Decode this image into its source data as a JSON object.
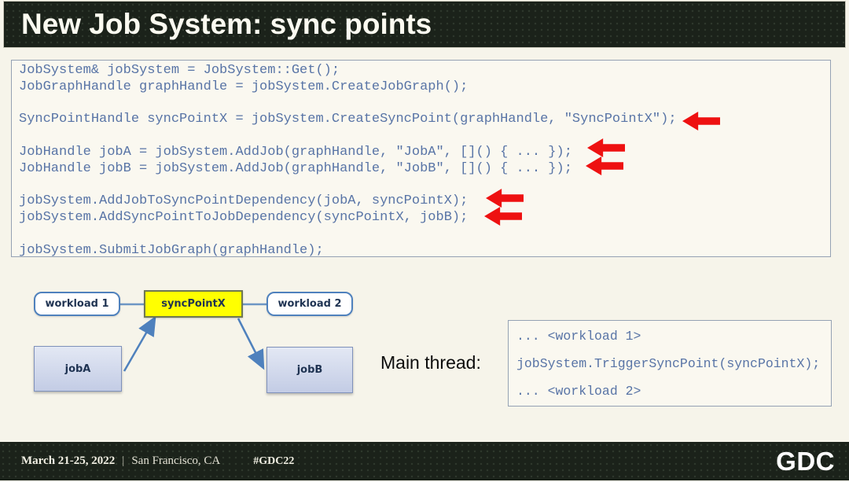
{
  "slide": {
    "title": "New Job System: sync points",
    "code_block": "JobSystem& jobSystem = JobSystem::Get();\nJobGraphHandle graphHandle = jobSystem.CreateJobGraph();\n\nSyncPointHandle syncPointX = jobSystem.CreateSyncPoint(graphHandle, \"SyncPointX\");\n\nJobHandle jobA = jobSystem.AddJob(graphHandle, \"JobA\", []() { ... });\nJobHandle jobB = jobSystem.AddJob(graphHandle, \"JobB\", []() { ... });\n\njobSystem.AddJobToSyncPointDependency(jobA, syncPointX);\njobSystem.AddSyncPointToJobDependency(syncPointX, jobB);\n\njobSystem.SubmitJobGraph(graphHandle);",
    "diagram": {
      "workload1": "workload 1",
      "syncpoint": "syncPointX",
      "workload2": "workload 2",
      "jobA": "jobA",
      "jobB": "jobB"
    },
    "main_thread_label": "Main thread:",
    "main_thread_code": "... <workload 1>\n\njobSystem.TriggerSyncPoint(syncPointX);\n\n... <workload 2>",
    "footer": {
      "date": "March 21-25, 2022",
      "separator": "|",
      "location": "San Francisco, CA",
      "hashtag": "#GDC22",
      "logo_text": "GDC"
    },
    "colors": {
      "header_bg": "#1b221a",
      "accent_red": "#ee1111",
      "syncpoint_yellow": "#ffff00",
      "code_text_blue": "#5874a6"
    }
  }
}
